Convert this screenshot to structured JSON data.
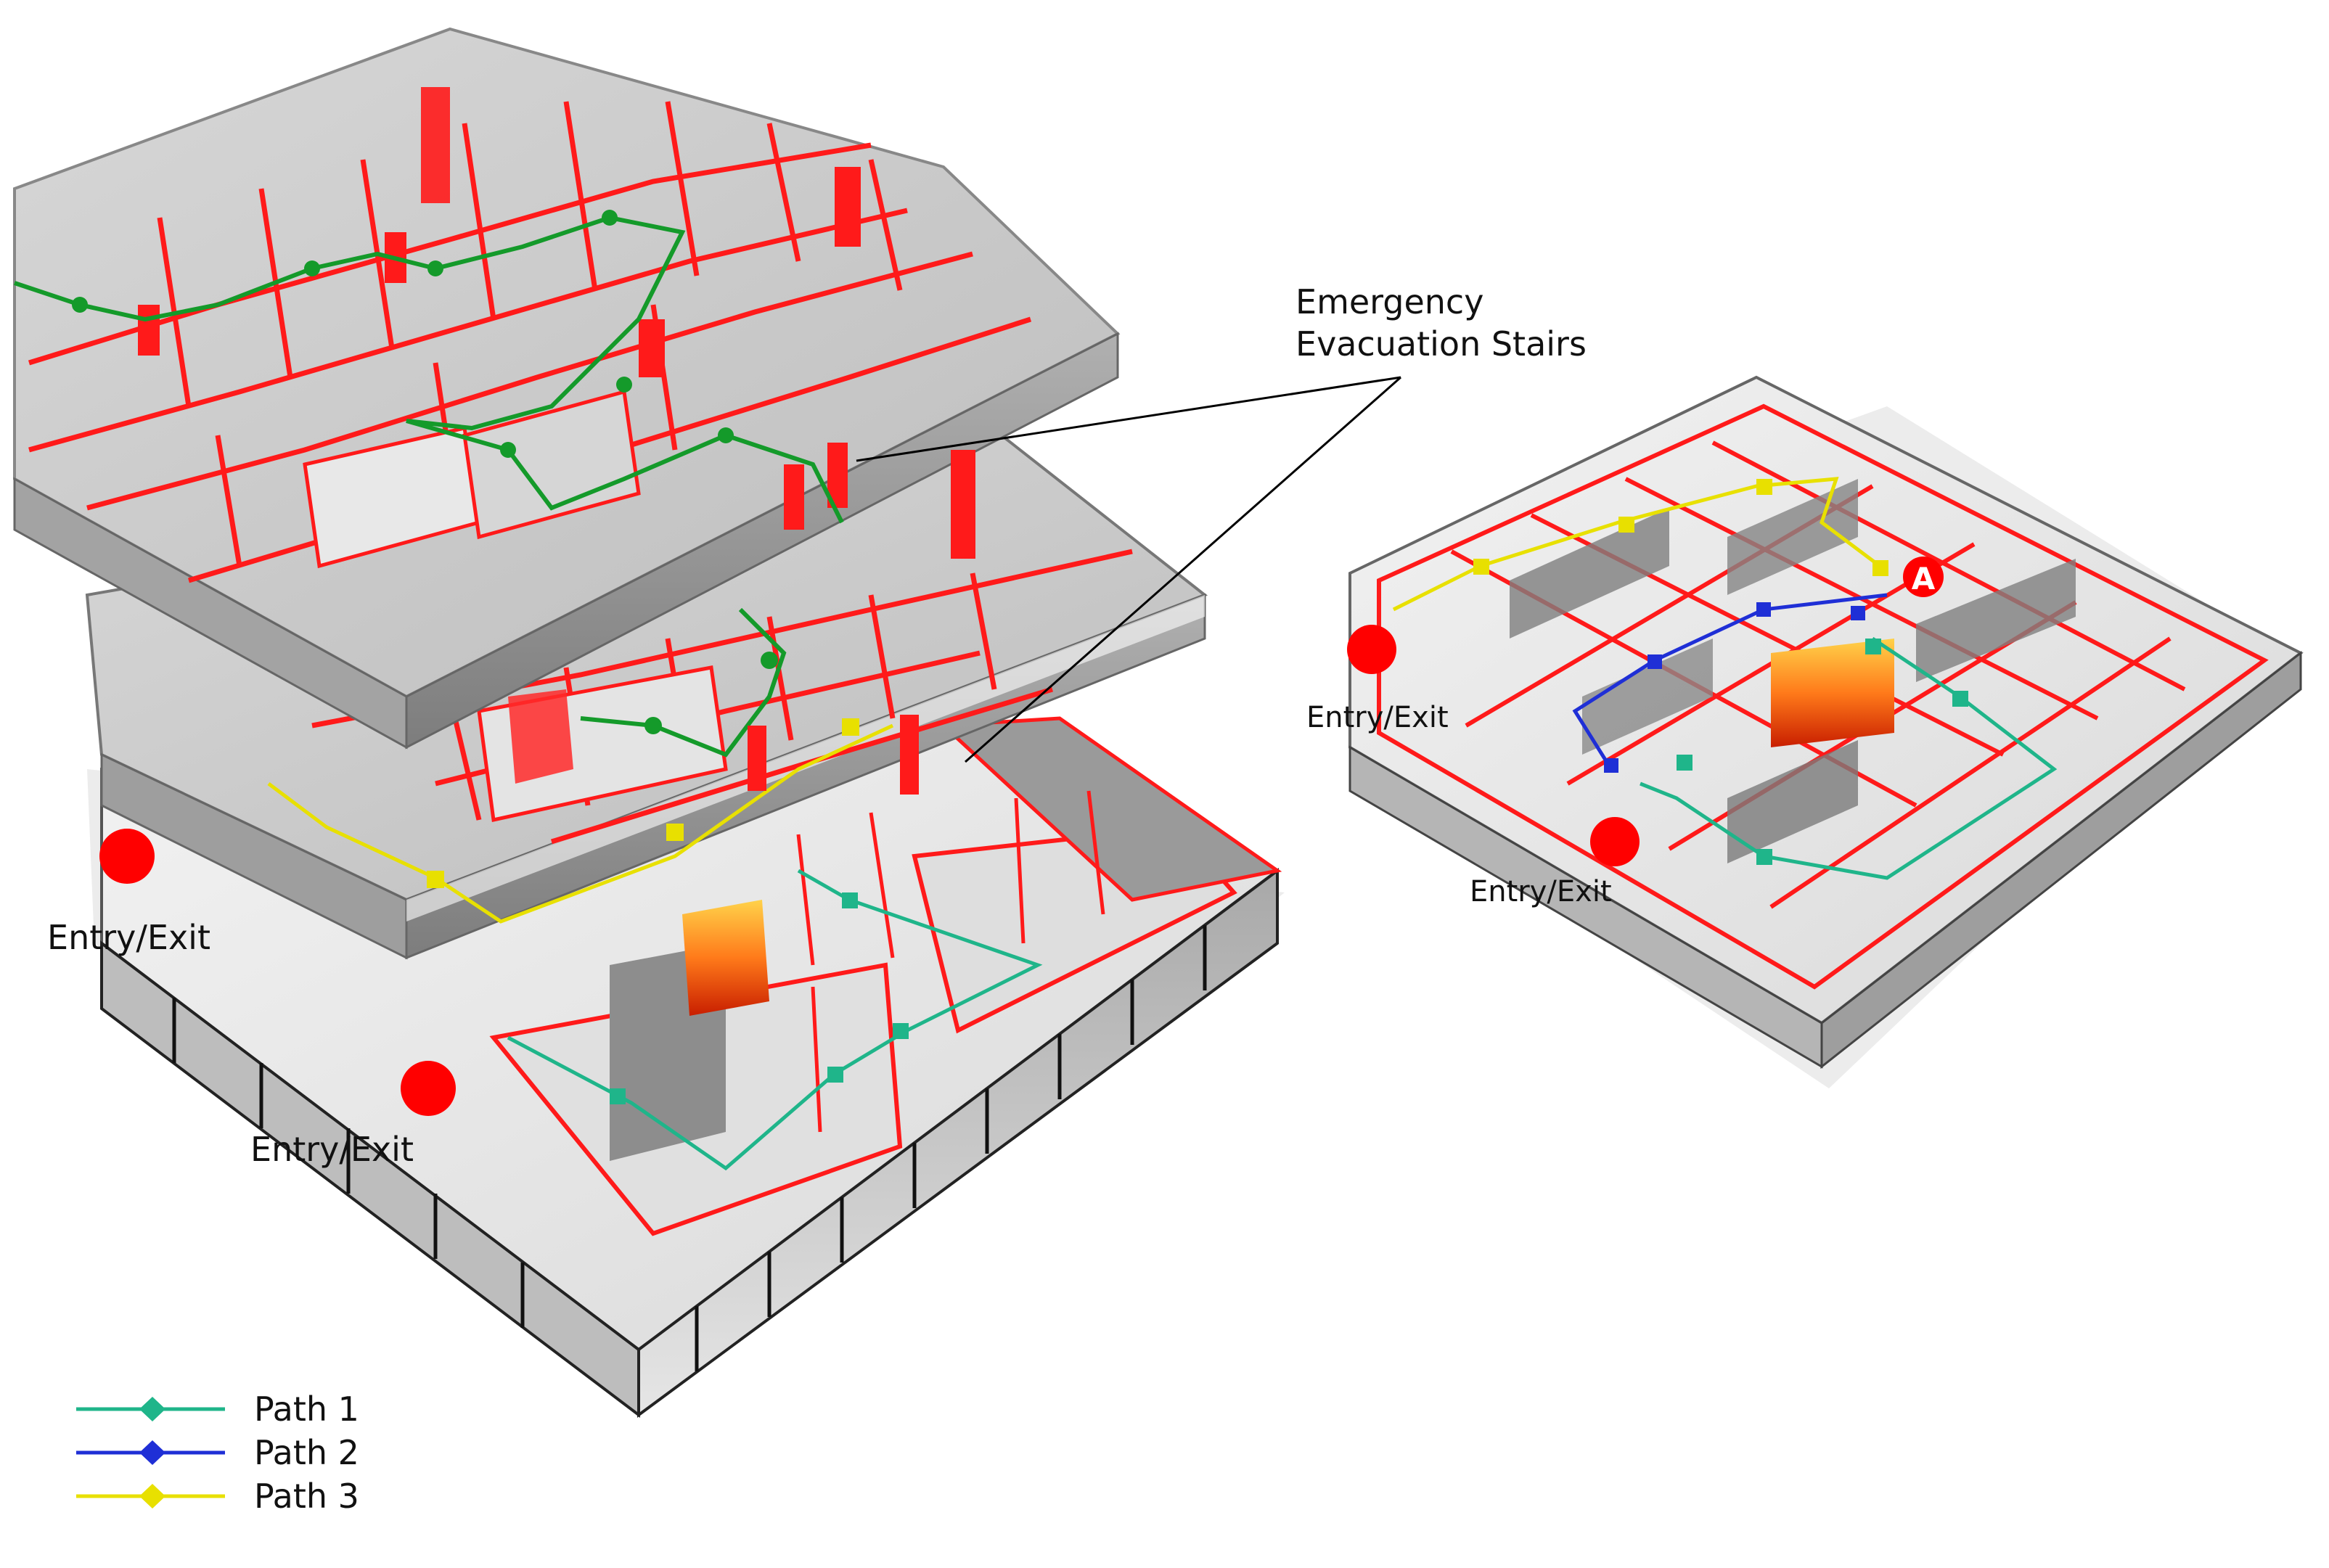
{
  "callout": {
    "line1": "Emergency",
    "line2": "Evacuation Stairs"
  },
  "exits": {
    "left_upper": "Entry/Exit",
    "left_lower": "Entry/Exit",
    "right_upper": "Entry/Exit",
    "right_lower": "Entry/Exit"
  },
  "marker_a": "A",
  "legend": [
    {
      "label": "Path 1",
      "color": "#1fb58a"
    },
    {
      "label": "Path 2",
      "color": "#1f2fd6"
    },
    {
      "label": "Path 3",
      "color": "#e8e000"
    }
  ],
  "colors": {
    "wall_red": "#ff1a1a",
    "exit_dot": "#ff0000",
    "path_green": "#149a2a",
    "path_teal": "#1fb58a",
    "path_blue": "#1f2fd6",
    "path_yellow": "#e8e000"
  }
}
